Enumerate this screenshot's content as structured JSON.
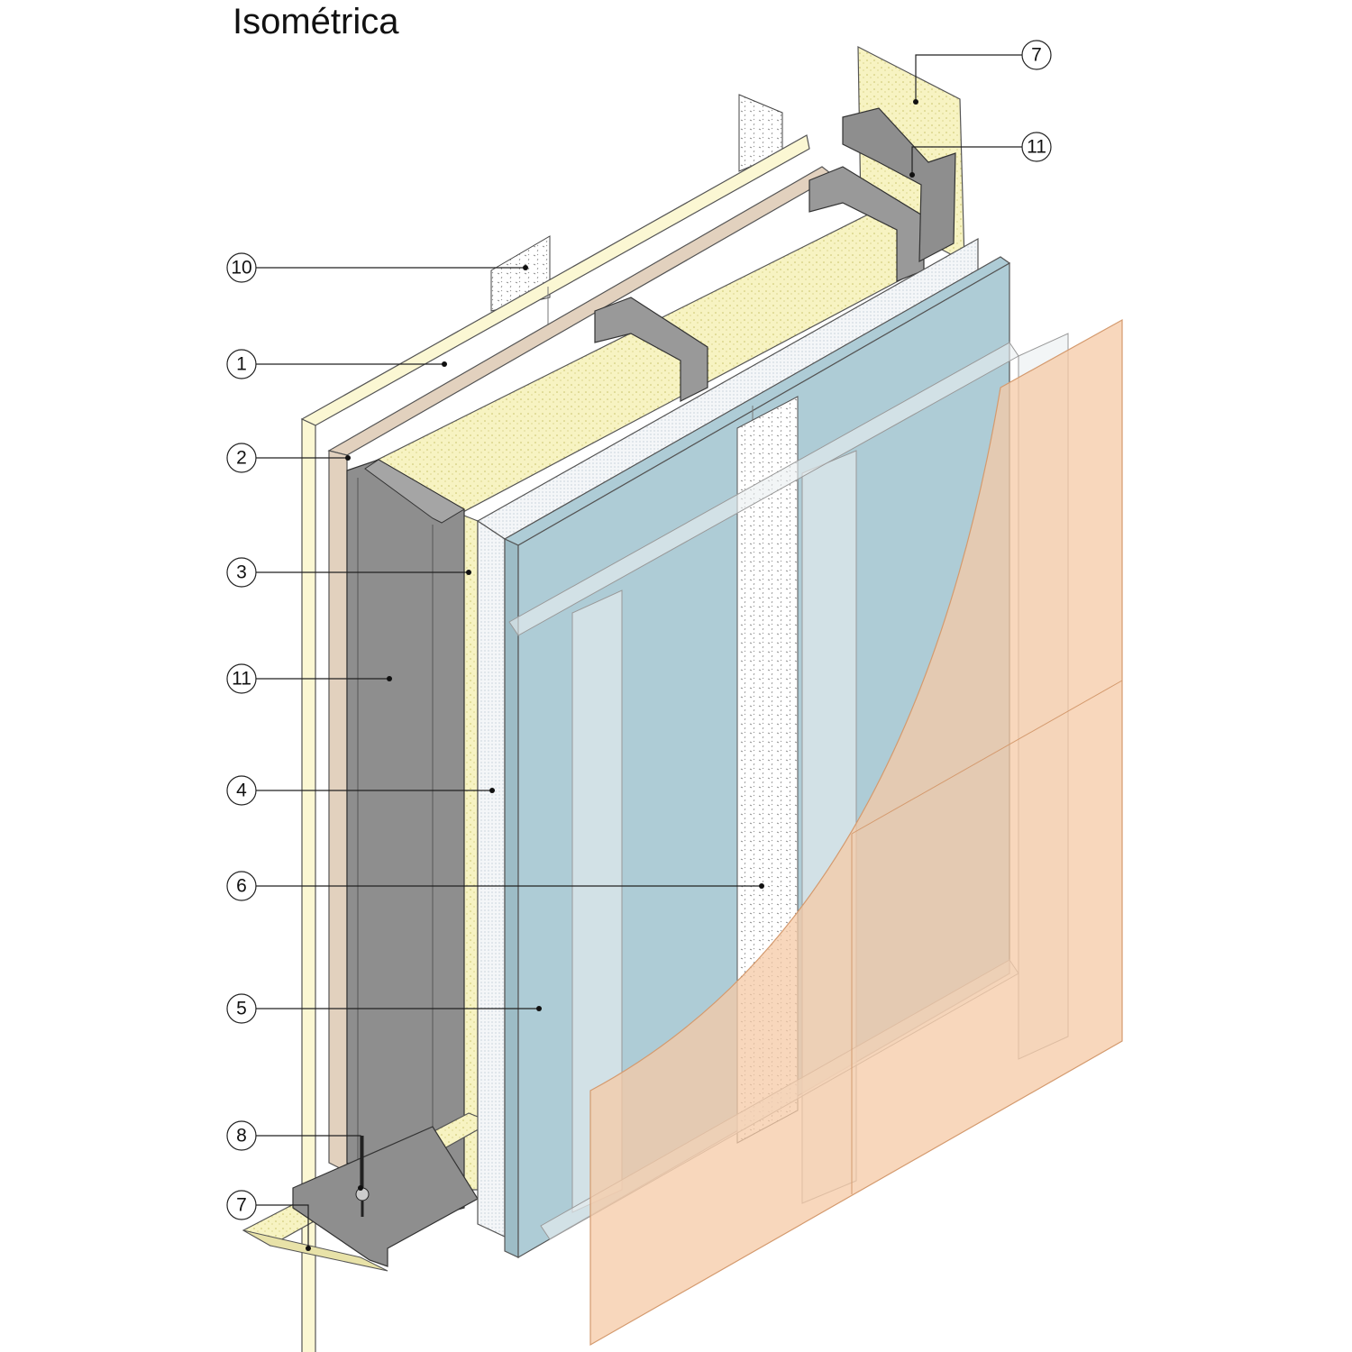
{
  "title": "Isométrica",
  "callouts": {
    "left": [
      {
        "label": "10"
      },
      {
        "label": "1"
      },
      {
        "label": "2"
      },
      {
        "label": "3"
      },
      {
        "label": "11"
      },
      {
        "label": "4"
      },
      {
        "label": "6"
      },
      {
        "label": "5"
      },
      {
        "label": "8"
      },
      {
        "label": "7"
      }
    ],
    "right": [
      {
        "label": "7"
      },
      {
        "label": "11"
      }
    ]
  },
  "colors": {
    "board": "#FBF7D3",
    "membrane": "#E2D1BE",
    "insulation": "#F7F3C2",
    "stud": "#8E8E8E",
    "dotted_layer": "#F4F6F8",
    "blue_board": "#AECCD6",
    "white_strip": "#FFFFFF",
    "cladding": "#F5C9A5"
  }
}
